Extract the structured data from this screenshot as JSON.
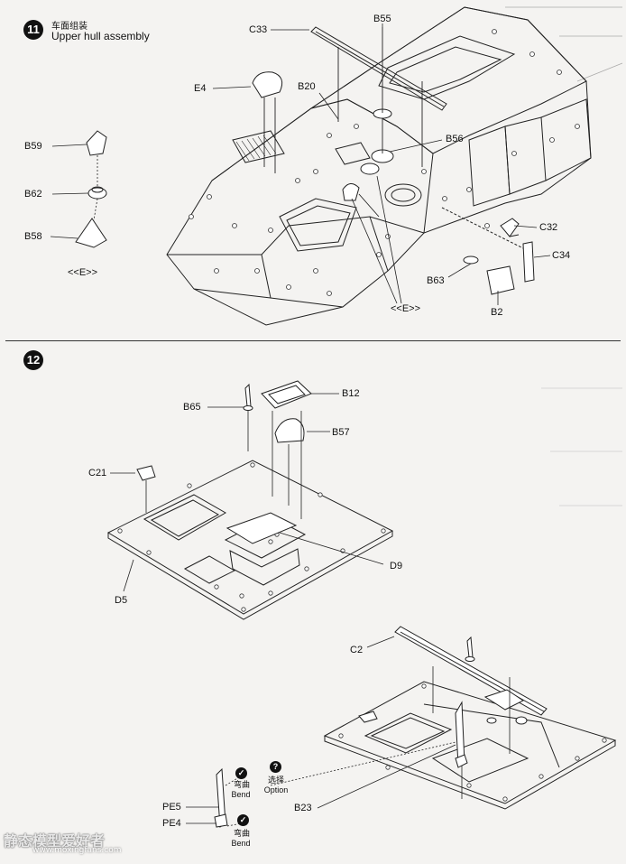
{
  "step11": {
    "number": "11",
    "title_cn": "车面组装",
    "title_en": "Upper hull assembly",
    "parts": [
      "C33",
      "B55",
      "E4",
      "B20",
      "B56",
      "B59",
      "B62",
      "B58",
      "C32",
      "C34",
      "B63",
      "B2"
    ],
    "callout_left": "<<E>>",
    "callout_right": "<<E>>"
  },
  "step12": {
    "number": "12",
    "parts": [
      "B12",
      "B65",
      "B57",
      "C21",
      "D9",
      "D5",
      "C2",
      "PE5",
      "PE4",
      "B23"
    ],
    "bend_label_cn": "弯曲",
    "bend_label_en": "Bend",
    "bend_label_cn_2": "弯曲",
    "bend_label_en_2": "Bend",
    "option_label_cn": "选择",
    "option_label_en": "Option",
    "option_icon": "?",
    "bend_icon": "check"
  },
  "watermark": {
    "text": "静态模型爱好者",
    "url": "www.moxingfans.com"
  }
}
